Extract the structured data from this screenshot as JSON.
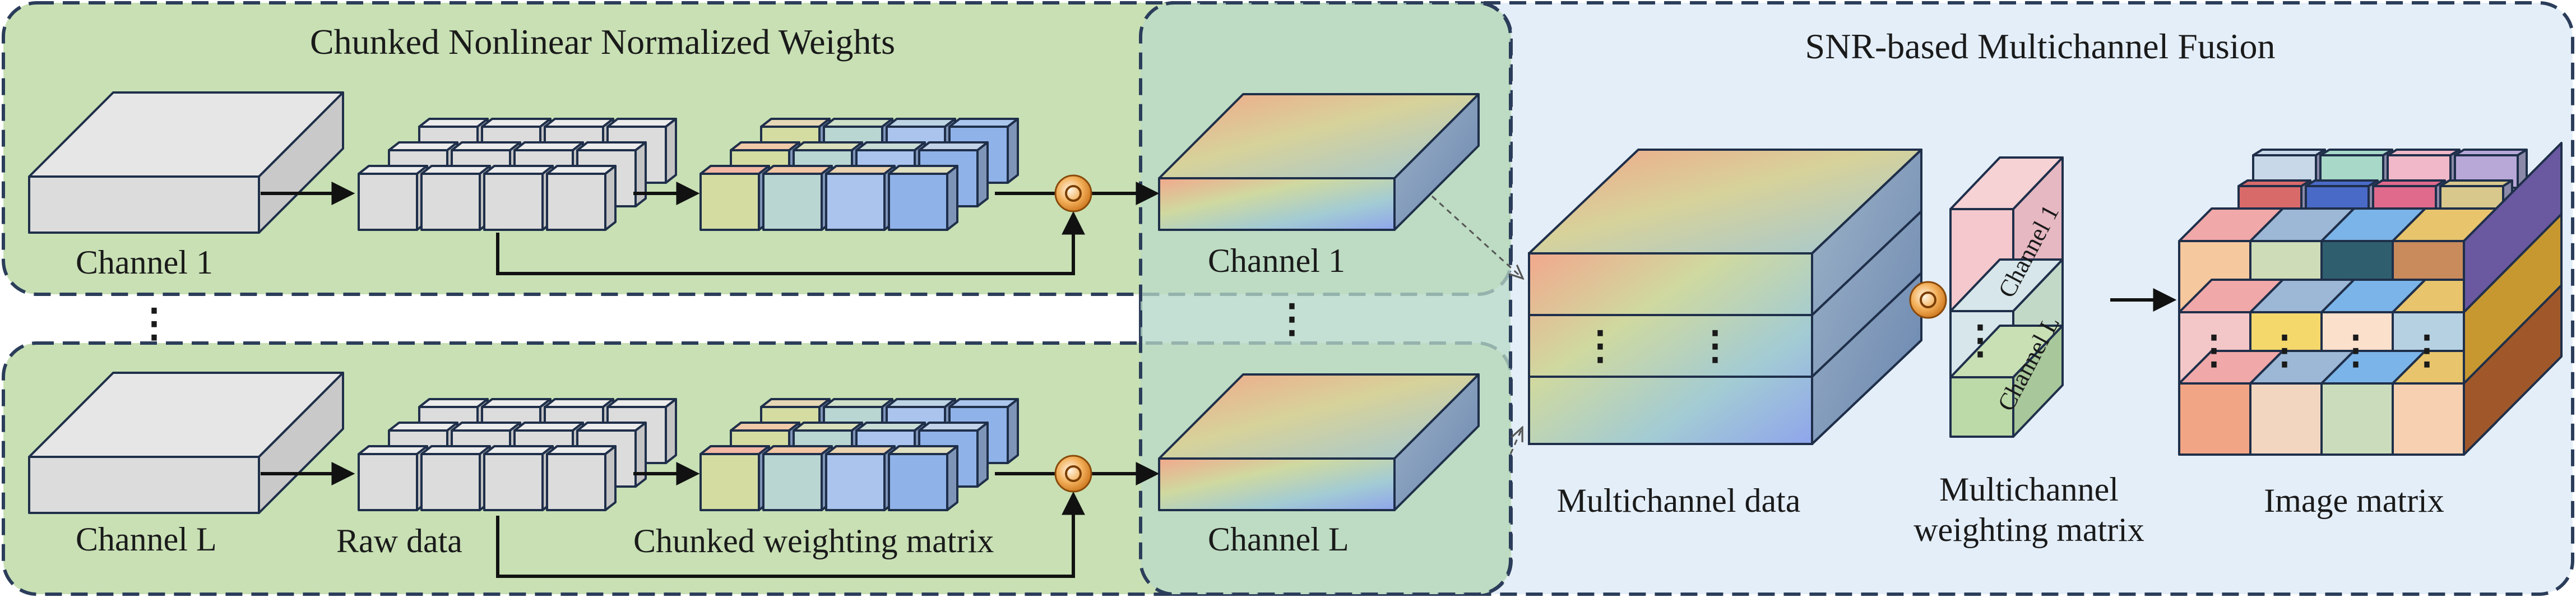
{
  "sections": {
    "left_title": "Chunked Nonlinear Normalized Weights",
    "right_title": "SNR-based Multichannel Fusion"
  },
  "labels": {
    "channel_1": "Channel 1",
    "channel_l": "Channel L",
    "raw_data": "Raw data",
    "chunked_matrix": "Chunked weighting matrix",
    "out_channel_1": "Channel 1",
    "out_channel_l": "Channel L",
    "multichannel_data": "Multichannel data",
    "weighting_matrix_line1": "Multichannel",
    "weighting_matrix_line2": "weighting matrix",
    "image_matrix": "Image matrix",
    "wm_channel_1": "Channel 1",
    "wm_channel_l": "Channel L",
    "ellipsis": "⋮"
  },
  "colors": {
    "left_panel": "#c8e0b4",
    "right_panel": "#e4eef8",
    "outline": "#1f2f4a",
    "raw_face": "#dcdcdc",
    "operator": "#e8912f"
  }
}
